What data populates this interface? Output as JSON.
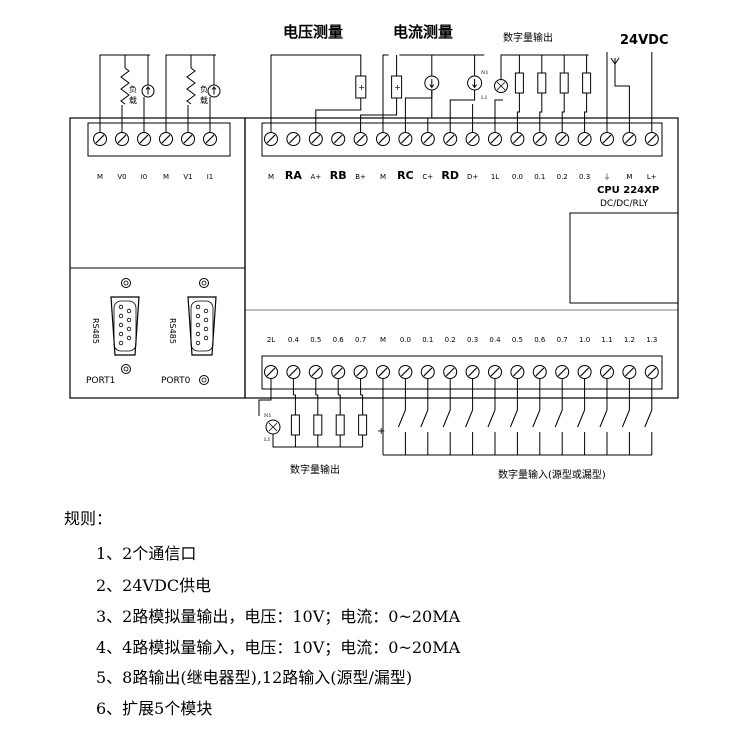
{
  "header_labels": {
    "voltage": "电压测量",
    "current": "电流测量",
    "digital_out_top": "数字量输出",
    "vdc": "24VDC"
  },
  "load_label_chars": [
    "负",
    "载"
  ],
  "lamp_labels": {
    "n": "N1",
    "l": "L1"
  },
  "analog_terminal_labels": [
    "M",
    "V0",
    "I0",
    "M",
    "V1",
    "I1"
  ],
  "main_top_labels": [
    "M",
    "RA",
    "A+",
    "RB",
    "B+",
    "M",
    "RC",
    "C+",
    "RD",
    "D+",
    "1L",
    "0.0",
    "0.1",
    "0.2",
    "0.3",
    "⏚",
    "M",
    "L+"
  ],
  "bottom_row_labels": [
    "2L",
    "0.4",
    "0.5",
    "0.6",
    "0.7",
    "M",
    "0.0",
    "0.1",
    "0.2",
    "0.3",
    "0.4",
    "0.5",
    "0.6",
    "0.7",
    "1.0",
    "1.1",
    "1.2",
    "1.3"
  ],
  "cpu_label": "CPU 224XP",
  "cpu_sub": "DC/DC/RLY",
  "rs485": "RS485",
  "ports": [
    "PORT1",
    "PORT0"
  ],
  "bottom_labels": {
    "digital_out": "数字量输出",
    "digital_in": "数字量输入(源型或漏型)"
  },
  "spec": {
    "title": "规则：",
    "items": [
      "1、2个通信口",
      "2、24VDC供电",
      "3、2路模拟量输出，电压：10V；电流：0~20MA",
      "4、4路模拟量输入，电压：10V；电流：0~20MA",
      "5、8路输出(继电器型),12路输入(源型/漏型)",
      "6、扩展5个模块"
    ]
  }
}
